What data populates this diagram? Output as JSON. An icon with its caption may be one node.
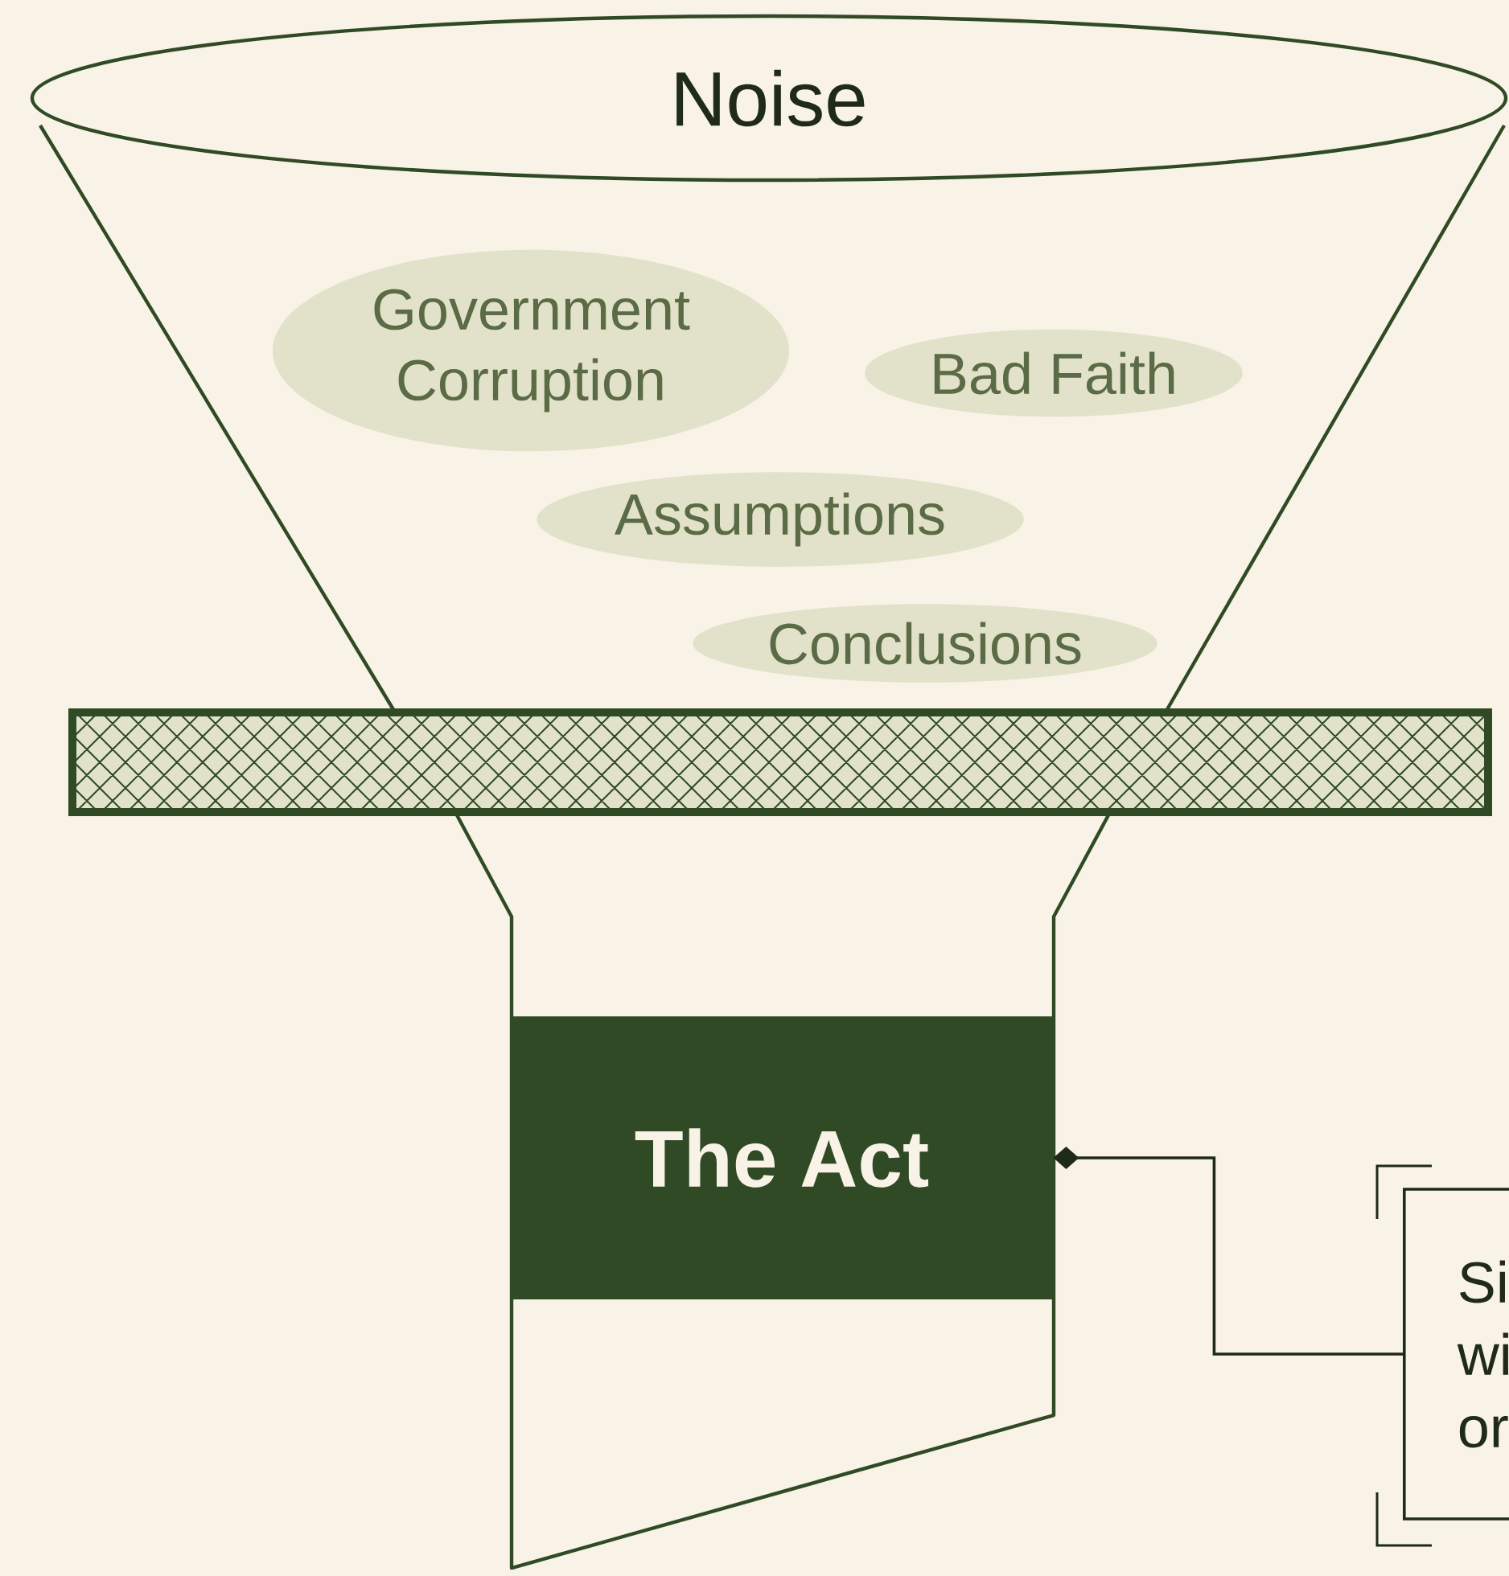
{
  "diagram": {
    "nodes": [
      {
        "text": [
          "Noise"
        ]
      },
      {
        "text": [
          "Government Corruption"
        ]
      },
      {
        "text": [
          "Bad Faith"
        ]
      },
      {
        "text": [
          "Assumptions"
        ]
      },
      {
        "text": [
          "Conclusions"
        ]
      },
      {
        "text": [
          "The Act"
        ]
      },
      {
        "text": [
          "Si wi or"
        ]
      }
    ],
    "edges": [
      {
        "from": 5,
        "to": 6,
        "arrow": "other"
      }
    ]
  }
}
